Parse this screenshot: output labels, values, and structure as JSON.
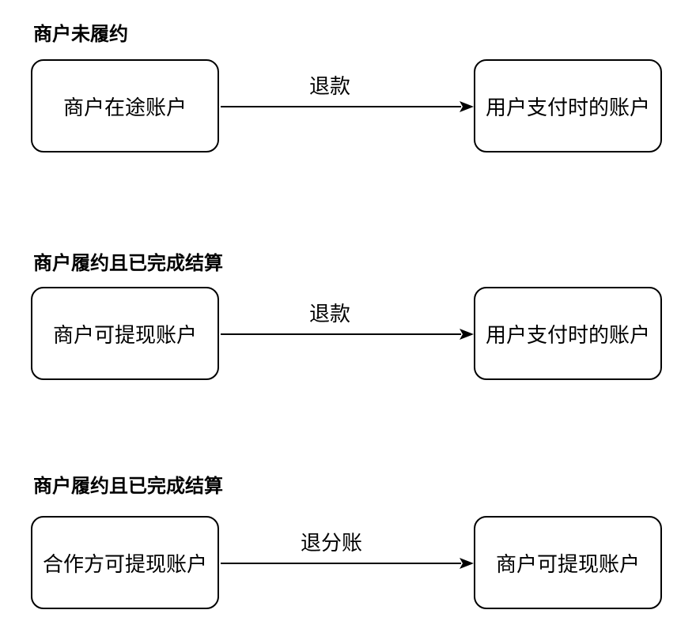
{
  "scenarios": [
    {
      "title": "商户未履约",
      "from": "商户在途账户",
      "edge_label": "退款",
      "to": "用户支付时的账户"
    },
    {
      "title": "商户履约且已完成结算",
      "from": "商户可提现账户",
      "edge_label": "退款",
      "to": "用户支付时的账户"
    },
    {
      "title": "商户履约且已完成结算",
      "from": "合作方可提现账户",
      "edge_label": "退分账",
      "to": "商户可提现账户"
    }
  ]
}
